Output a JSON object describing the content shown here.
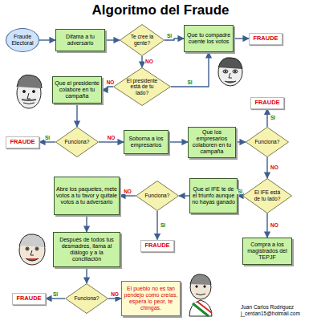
{
  "diagram": {
    "title": "Algoritmo del Fraude",
    "nodes": [
      {
        "text": [
          "Fraude Electoral"
        ]
      },
      {
        "text": [
          "Difama a tu adversario"
        ]
      },
      {
        "text": [
          "Te cree la gente?"
        ]
      },
      {
        "text": [
          "Que tu compadre cuente los votos"
        ]
      },
      {
        "text": [
          "FRAUDE"
        ]
      },
      {
        "text": [
          "El presidente está de tu lado?"
        ]
      },
      {
        "text": [
          "Que el presidente colabore en tu campaña"
        ]
      },
      {
        "text": [
          "Funciona?"
        ]
      },
      {
        "text": [
          "FRAUDE"
        ]
      },
      {
        "text": [
          "Soborna a los empresarios"
        ]
      },
      {
        "text": [
          "Que los empresarios colaboren en tu campaña"
        ]
      },
      {
        "text": [
          "Funciona?"
        ]
      },
      {
        "text": [
          "FRAUDE"
        ]
      },
      {
        "text": [
          "El IFE está de tu lado?"
        ]
      },
      {
        "text": [
          "Que el IFE te de el triunfo aunque no hayas ganado"
        ]
      },
      {
        "text": [
          "Funciona?"
        ]
      },
      {
        "text": [
          "FRAUDE"
        ]
      },
      {
        "text": [
          "Abre los paquetes, mete votos a tu favor y quitale votos a tu adversario"
        ]
      },
      {
        "text": [
          "Compra a los magistrados del TEPJF"
        ]
      },
      {
        "text": [
          "Después de todos tus desmadres, llama al diálogo y a la conciliación"
        ]
      },
      {
        "text": [
          "Funciona?"
        ]
      },
      {
        "text": [
          "FRAUDE"
        ]
      },
      {
        "text": [
          "El pueblo no es tan pendejo como creías, espera lo peor, te chingas."
        ]
      }
    ],
    "edges": [
      {
        "from": 0,
        "to": 1,
        "arrow": "to"
      },
      {
        "from": 1,
        "to": 2,
        "arrow": "to"
      },
      {
        "from": 2,
        "to": 3,
        "label": "SI",
        "arrow": "to"
      },
      {
        "from": 3,
        "to": 4,
        "arrow": "to"
      },
      {
        "from": 2,
        "to": 5,
        "label": "NO",
        "arrow": "to"
      },
      {
        "from": 5,
        "to": 3,
        "label": "SI",
        "arrow": "to"
      },
      {
        "from": 5,
        "to": 6,
        "label": "NO",
        "arrow": "to"
      },
      {
        "from": 6,
        "to": 7,
        "arrow": "to"
      },
      {
        "from": 7,
        "to": 8,
        "label": "SI",
        "arrow": "to"
      },
      {
        "from": 7,
        "to": 9,
        "label": "NO",
        "arrow": "to"
      },
      {
        "from": 9,
        "to": 10,
        "arrow": "to"
      },
      {
        "from": 10,
        "to": 11,
        "arrow": "to"
      },
      {
        "from": 11,
        "to": 12,
        "label": "SI",
        "arrow": "to"
      },
      {
        "from": 11,
        "to": 13,
        "label": "NO",
        "arrow": "to"
      },
      {
        "from": 13,
        "to": 14,
        "label": "SI",
        "arrow": "to"
      },
      {
        "from": 13,
        "to": 18,
        "label": "NO",
        "arrow": "to"
      },
      {
        "from": 14,
        "to": 15,
        "arrow": "to"
      },
      {
        "from": 15,
        "to": 16,
        "label": "SI",
        "arrow": "to"
      },
      {
        "from": 15,
        "to": 17,
        "label": "NO",
        "arrow": "to"
      },
      {
        "from": 17,
        "to": 19,
        "arrow": "to"
      },
      {
        "from": 19,
        "to": 20,
        "arrow": "to"
      },
      {
        "from": 20,
        "to": 21,
        "label": "SI",
        "arrow": "to"
      },
      {
        "from": 20,
        "to": 22,
        "label": "NO",
        "arrow": "to"
      }
    ],
    "labels": [
      "Juan Carlos Rodriguez",
      "j_cerdan15@hotmail.com"
    ]
  }
}
